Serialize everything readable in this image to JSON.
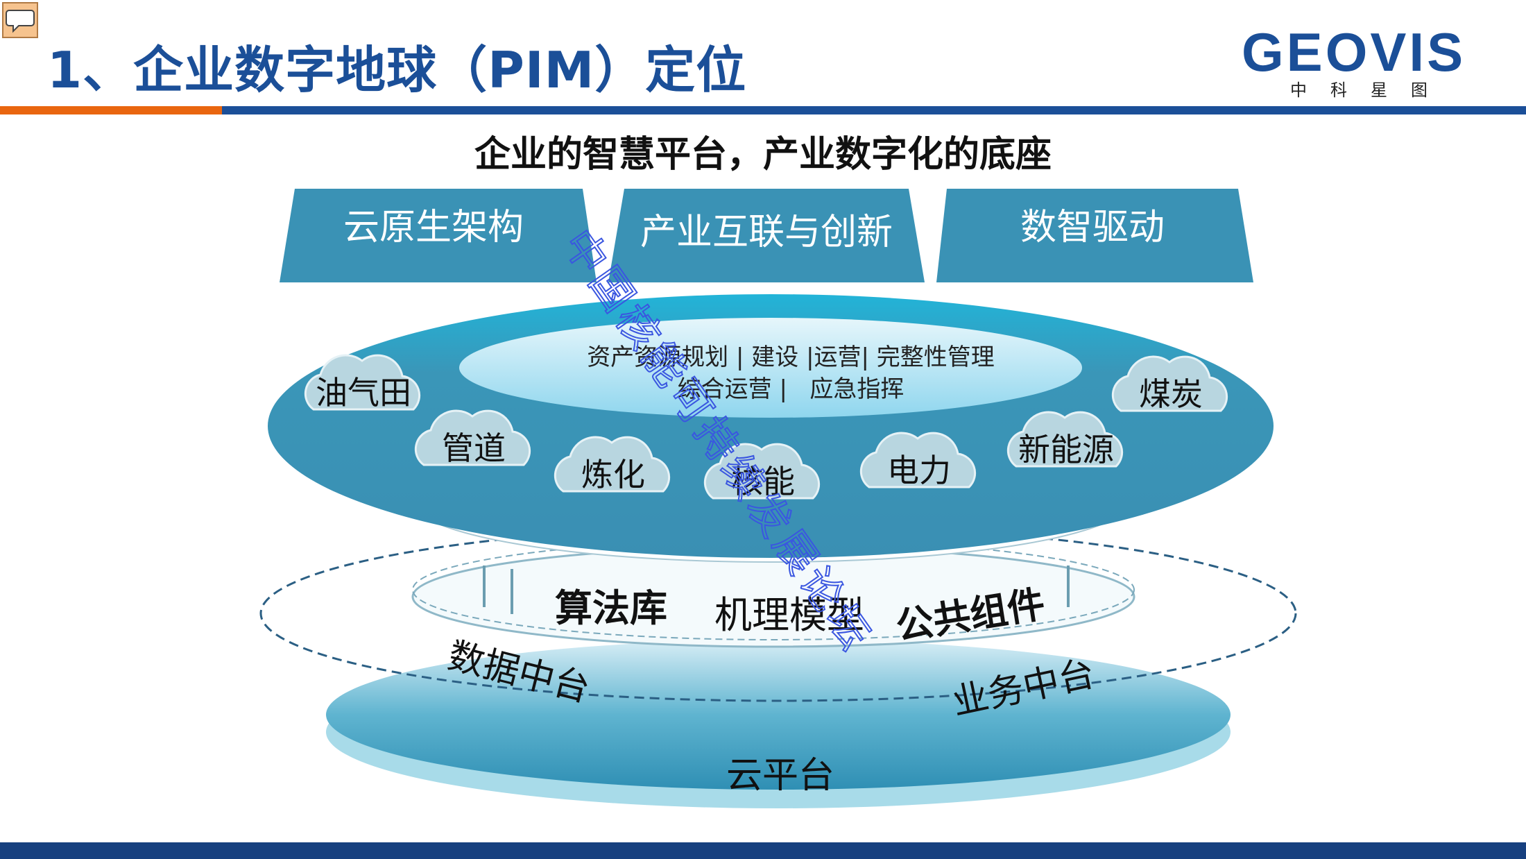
{
  "header": {
    "title": "1、企业数字地球（PIM）定位",
    "logo_main": "GEOVIS",
    "logo_sub": "中科星图"
  },
  "subtitle": "企业的智慧平台，产业数字化的底座",
  "pillars": [
    "云原生架构",
    "产业互联与创新",
    "数智驱动"
  ],
  "core": {
    "line1": "资产资源规划 | 建设 |运营| 完整性管理",
    "line2": "综合运营 |   应急指挥"
  },
  "industries": [
    "油气田",
    "管道",
    "炼化",
    "核能",
    "电力",
    "新能源",
    "煤炭"
  ],
  "middle_layer": [
    "算法库",
    "机理模型",
    "公共组件"
  ],
  "platforms": {
    "data": "数据中台",
    "business": "业务中台",
    "cloud": "云平台"
  },
  "watermark": "中国核能可持续发展论坛",
  "colors": {
    "title": "#1b4f98",
    "accent": "#e9660f",
    "teal": "#3a96b8"
  }
}
